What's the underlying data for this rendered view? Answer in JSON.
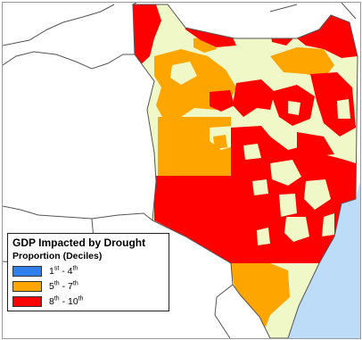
{
  "legend": {
    "title": "GDP Impacted by Drought",
    "subtitle": "Proportion (Deciles)",
    "items": [
      {
        "from": "1",
        "from_sup": "st",
        "sep": " - ",
        "to": "4",
        "to_sup": "th",
        "color": "#2f80ed"
      },
      {
        "from": "5",
        "from_sup": "th",
        "sep": " - ",
        "to": "7",
        "to_sup": "th",
        "color": "#ffa500"
      },
      {
        "from": "8",
        "from_sup": "th",
        "sep": " - ",
        "to": "10",
        "to_sup": "th",
        "color": "#ff0000"
      }
    ]
  },
  "map_colors": {
    "background": "#ffffff",
    "base_land": "#f0f8c8",
    "ocean": "#bcdcf8",
    "border_line": "#555555"
  }
}
